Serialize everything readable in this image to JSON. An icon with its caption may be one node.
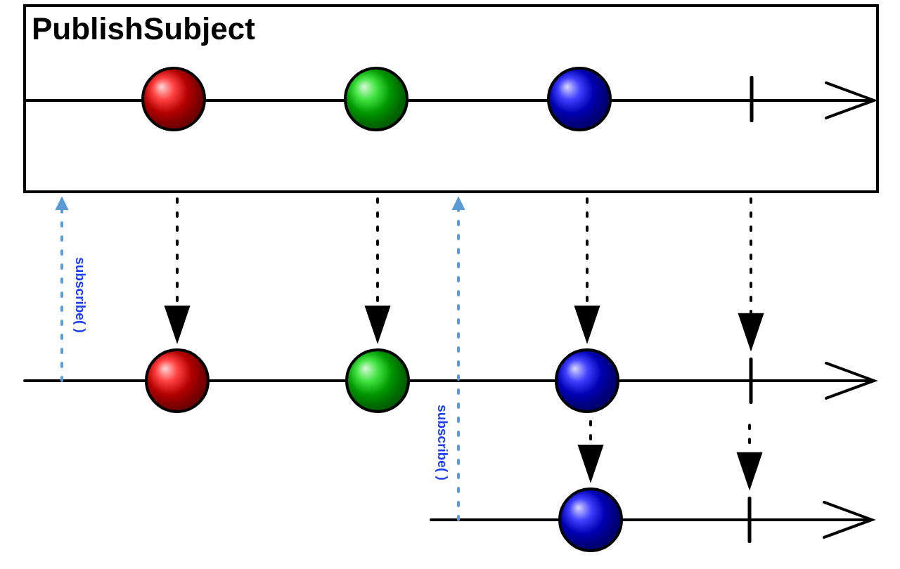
{
  "diagram": {
    "nodes": [
      {
        "text": [
          "PublishSubject"
        ]
      },
      {
        "text": [],
        "shape": "circle",
        "in": 0
      },
      {
        "text": [],
        "shape": "circle",
        "in": 0
      },
      {
        "text": [],
        "shape": "circle",
        "in": 0
      },
      {
        "text": [],
        "shape": "bar",
        "in": 0
      },
      {
        "text": [],
        "shape": "circle"
      },
      {
        "text": [],
        "shape": "circle"
      },
      {
        "text": [],
        "shape": "circle"
      },
      {
        "text": [],
        "shape": "bar"
      },
      {
        "text": [],
        "shape": "circle"
      },
      {
        "text": [],
        "shape": "bar"
      }
    ],
    "edges": [
      {
        "from": 0,
        "to": 5,
        "arrow": "to",
        "style": "dashed"
      },
      {
        "from": 0,
        "to": 6,
        "arrow": "to",
        "style": "dashed"
      },
      {
        "from": 0,
        "to": 7,
        "arrow": "to",
        "style": "dashed"
      },
      {
        "from": 0,
        "to": 8,
        "arrow": "to",
        "style": "dashed"
      },
      {
        "from": 7,
        "to": 9,
        "arrow": "to",
        "style": "dashed"
      },
      {
        "from": 8,
        "to": 10,
        "arrow": "to",
        "style": "dashed"
      },
      {
        "from": null,
        "to": 0,
        "arrow": "to",
        "label": "subscribe( )",
        "style": "dashed",
        "color": "#5b9bd5"
      },
      {
        "from": null,
        "to": 0,
        "arrow": "to",
        "label": "subscribe( )",
        "style": "dashed",
        "color": "#5b9bd5"
      }
    ]
  }
}
